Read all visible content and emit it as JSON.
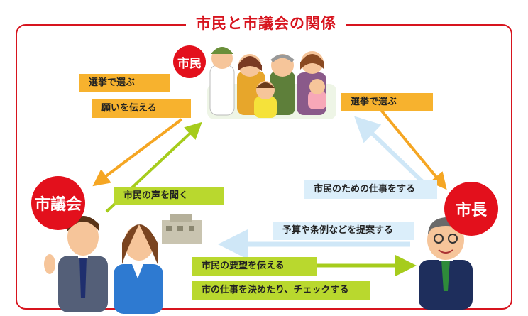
{
  "title": "市民と市議会の関係",
  "nodes": {
    "citizens": "市民",
    "council": "市議会",
    "mayor": "市長"
  },
  "labels": {
    "citizens_to_council_vote": "選挙で選ぶ",
    "citizens_to_council_wish": "願いを伝える",
    "council_listen": "市民の声を聞く",
    "citizens_to_mayor_vote": "選挙で選ぶ",
    "mayor_work": "市民のための仕事をする",
    "mayor_propose": "予算や条例などを提案する",
    "council_convey": "市民の要望を伝える",
    "council_decide": "市の仕事を決めたり、チェックする"
  },
  "colors": {
    "frame": "#d7141e",
    "orange_arrow": "#f5a623",
    "green_arrow": "#a6cc1c",
    "blue_arrow": "#cfe7f7"
  }
}
